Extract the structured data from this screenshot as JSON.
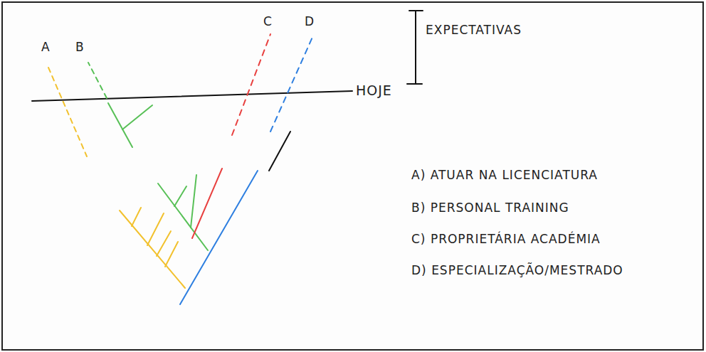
{
  "diagram": {
    "labels": [
      "A",
      "B",
      "C",
      "D",
      "HOJE",
      "EXPECTATIVAS",
      "A) ATUAR NA LICENCIATURA",
      "B) PERSONAL TRAINING",
      "C) PROPRIETÁRIA ACADÉMIA",
      "D) ESPECIALIZAÇÃO/MESTRADO"
    ]
  }
}
